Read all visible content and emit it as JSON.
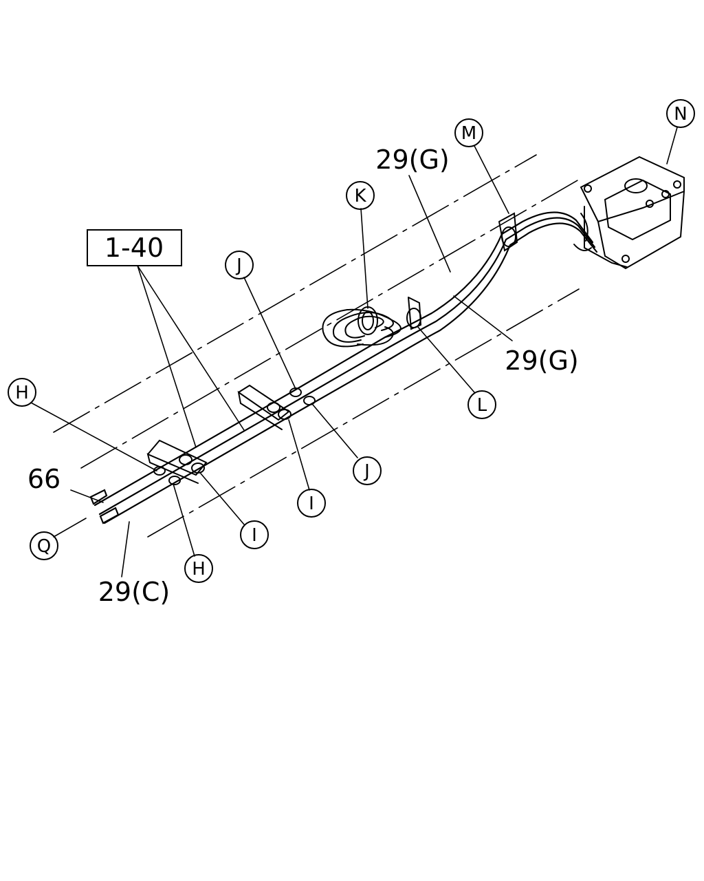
{
  "diagram": {
    "ref_box": "1-40",
    "labels": {
      "g_top": "29(G)",
      "g_right": "29(G)",
      "c": "29(C)",
      "n66": "66"
    },
    "callouts": {
      "N": "N",
      "M": "M",
      "K": "K",
      "J_top": "J",
      "J_bottom": "J",
      "H_top": "H",
      "H_bottom": "H",
      "I_middle": "I",
      "I_left": "I",
      "L": "L",
      "Q": "Q"
    }
  }
}
